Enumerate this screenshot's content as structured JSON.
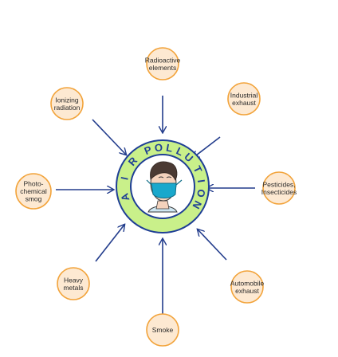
{
  "center": {
    "ring_text": "AIR POLLUTION",
    "letters": [
      "A",
      "I",
      "R",
      "P",
      "O",
      "L",
      "L",
      "U",
      "T",
      "I",
      "O",
      "N"
    ]
  },
  "sources": [
    {
      "id": "radioactive",
      "lines": [
        "Radioactive",
        "elements"
      ]
    },
    {
      "id": "industrial",
      "lines": [
        "Industrial",
        "exhaust"
      ]
    },
    {
      "id": "pesticides",
      "lines": [
        "Pesticides,",
        "Insecticides"
      ]
    },
    {
      "id": "automobile",
      "lines": [
        "Automobile",
        "exhaust"
      ]
    },
    {
      "id": "smoke",
      "lines": [
        "Smoke"
      ]
    },
    {
      "id": "heavy-metals",
      "lines": [
        "Heavy",
        "metals"
      ]
    },
    {
      "id": "photochemical",
      "lines": [
        "Photo-",
        "chemical",
        "smog"
      ]
    },
    {
      "id": "ionizing",
      "lines": [
        "Ionizing",
        "radiation"
      ]
    }
  ],
  "colors": {
    "node_fill": "#fde9d2",
    "node_stroke": "#f2a33a",
    "arrow": "#223c8c",
    "ring_fill": "#c9f08a",
    "ring_stroke": "#1f3f95",
    "face_fill": "#f4d2bc",
    "mask": "#1aa8cc"
  }
}
